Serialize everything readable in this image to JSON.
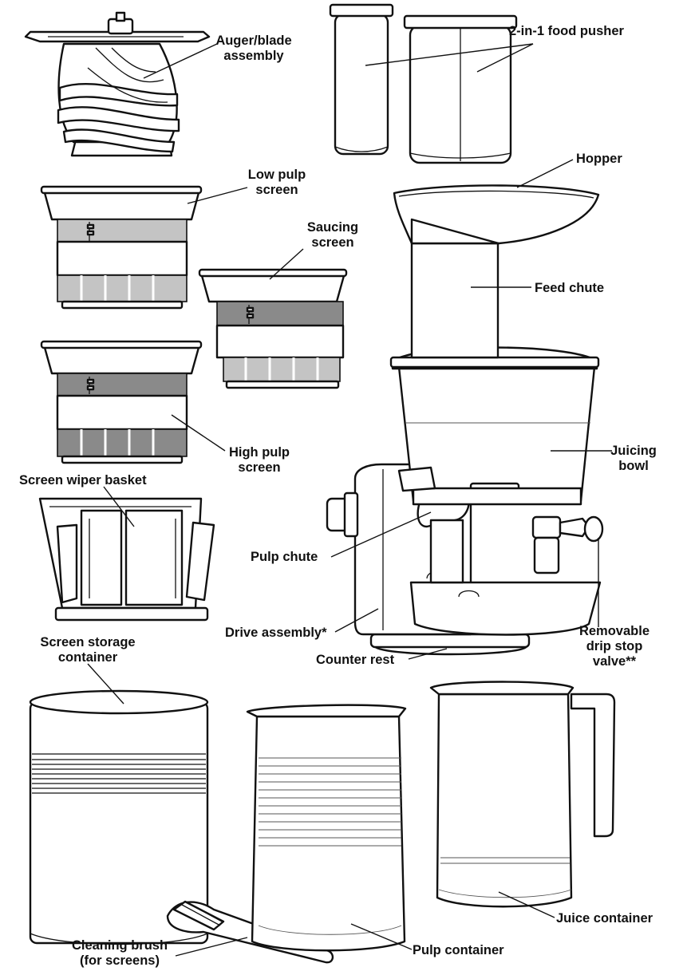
{
  "labels": {
    "auger_1": "Auger/blade",
    "auger_2": "assembly",
    "food_pusher": "2-in-1 food pusher",
    "hopper": "Hopper",
    "low_pulp_1": "Low pulp",
    "low_pulp_2": "screen",
    "saucing_1": "Saucing",
    "saucing_2": "screen",
    "feed_chute": "Feed chute",
    "juicing_bowl_1": "Juicing",
    "juicing_bowl_2": "bowl",
    "high_pulp_1": "High pulp",
    "high_pulp_2": "screen",
    "wiper_basket": "Screen wiper basket",
    "pulp_chute": "Pulp chute",
    "drive_assembly": "Drive assembly*",
    "drip_stop_1": "Removable",
    "drip_stop_2": "drip stop",
    "drip_stop_3": "valve**",
    "counter_rest": "Counter rest",
    "storage_1": "Screen storage",
    "storage_2": "container",
    "brush_1": "Cleaning brush",
    "brush_2": "(for screens)",
    "pulp_container": "Pulp container",
    "juice_container": "Juice container"
  }
}
